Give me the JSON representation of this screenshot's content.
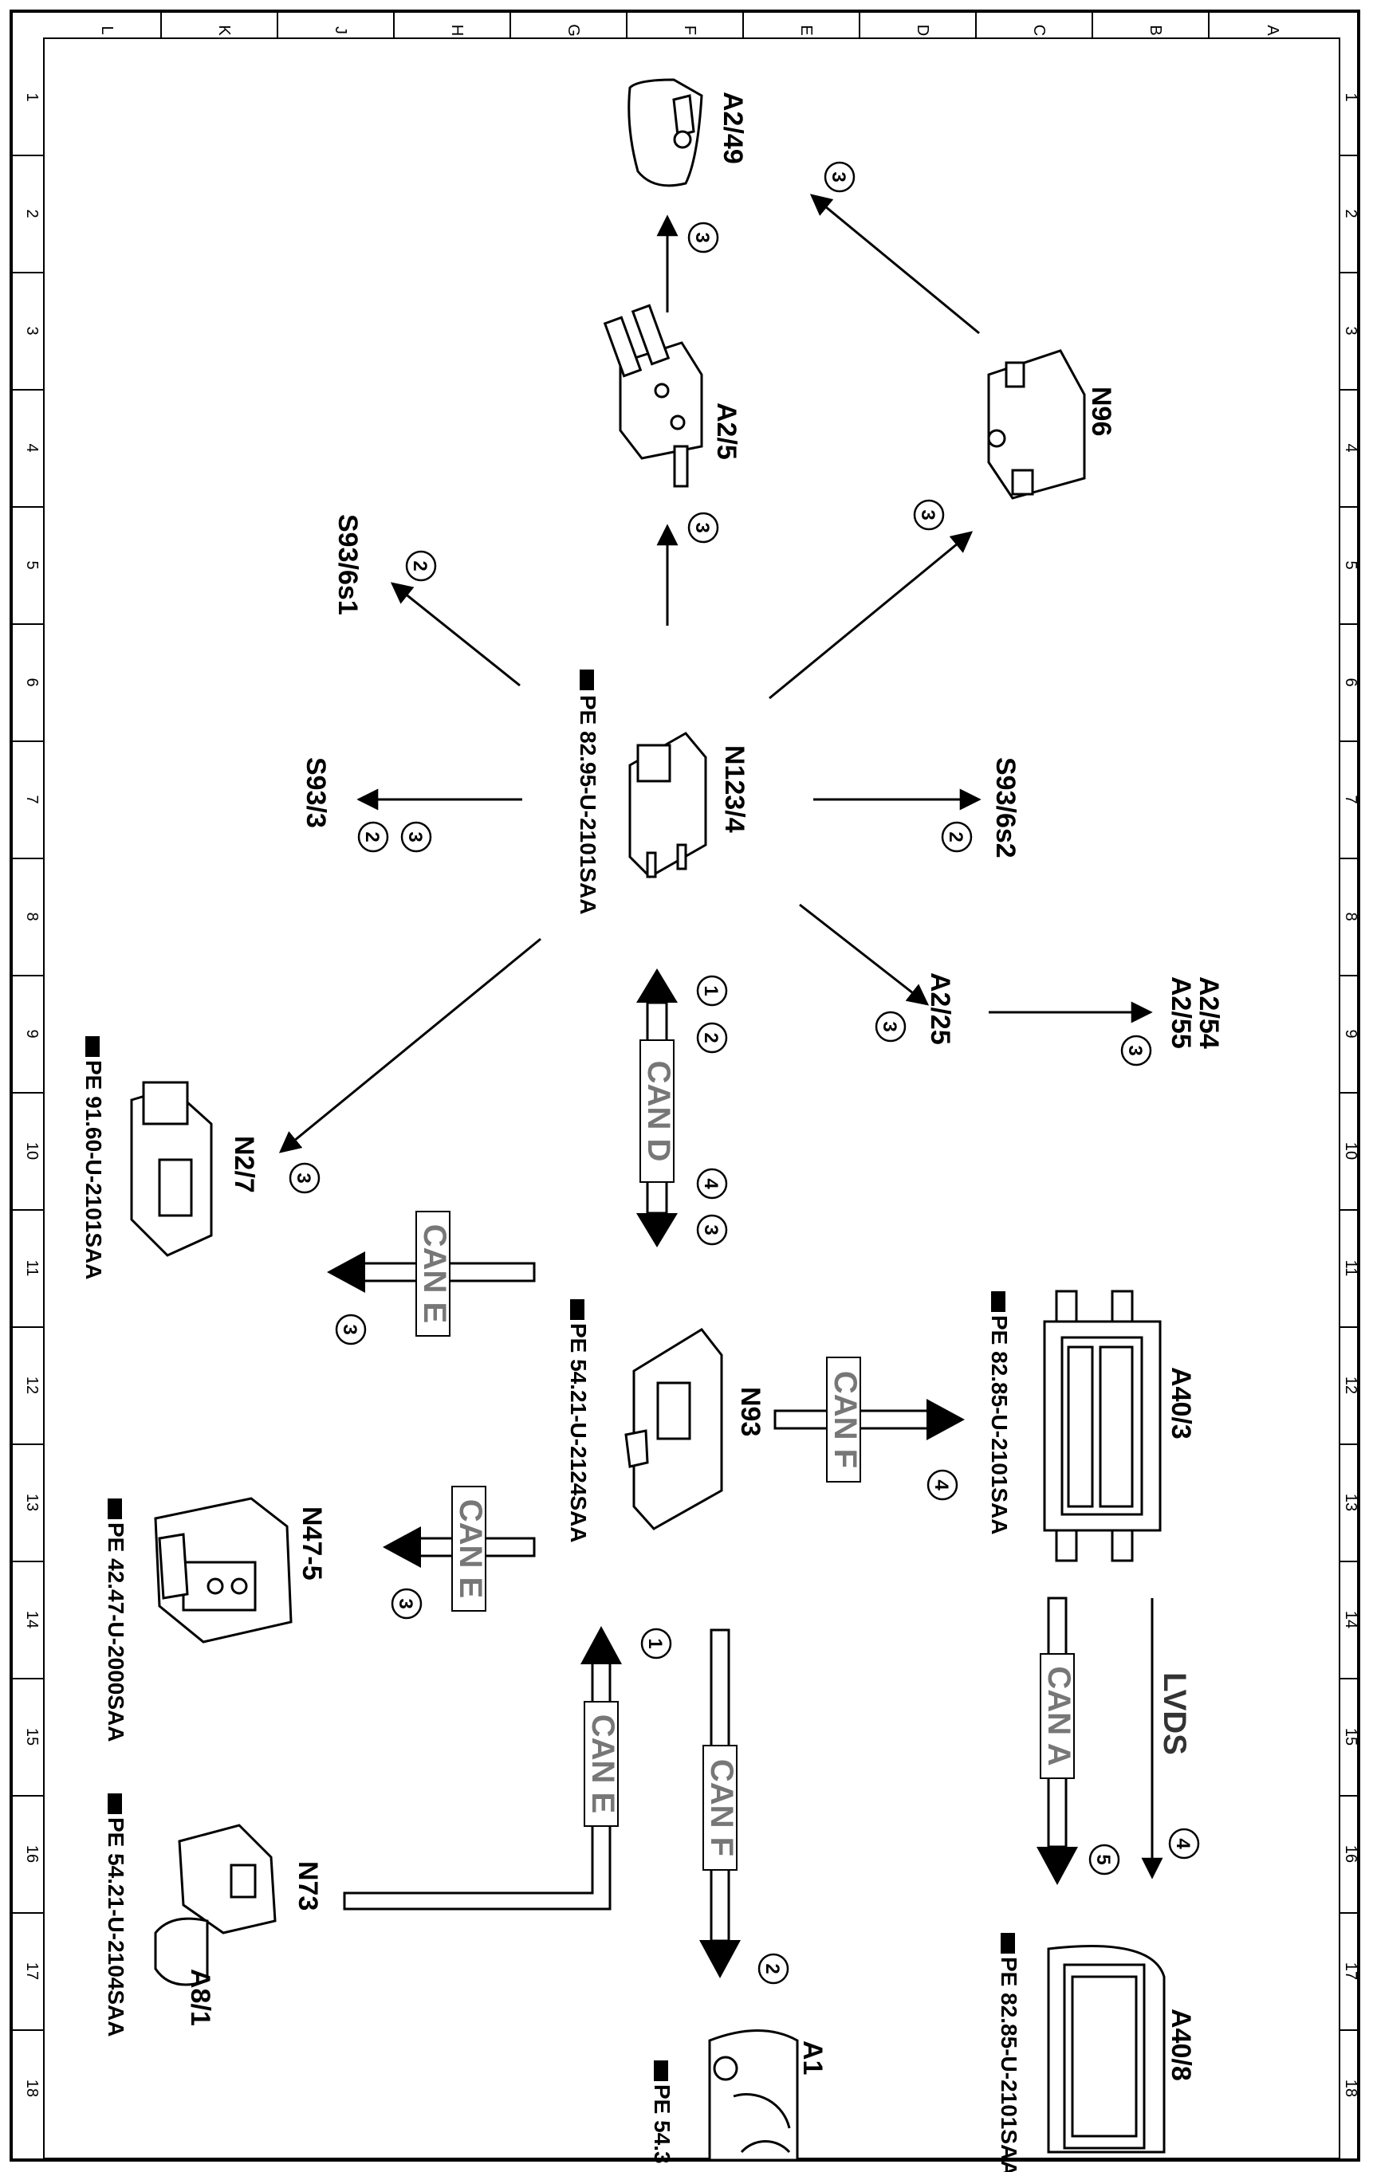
{
  "frame": {
    "column_letters": [
      "A",
      "B",
      "C",
      "D",
      "E",
      "F",
      "G",
      "H",
      "J",
      "K",
      "L"
    ],
    "row_numbers": [
      "1",
      "2",
      "3",
      "4",
      "5",
      "6",
      "7",
      "8",
      "9",
      "10",
      "11",
      "12",
      "13",
      "14",
      "15",
      "16",
      "17",
      "18"
    ]
  },
  "components": {
    "a2_49": "A2/49",
    "a2_5": "A2/5",
    "n96": "N96",
    "s93_6s1": "S93/6s1",
    "s93_3": "S93/3",
    "n123_4": "N123/4",
    "s93_6s2": "S93/6s2",
    "a2_25": "A2/25",
    "a2_54": "A2/54",
    "a2_55": "A2/55",
    "n2_7": "N2/7",
    "n93": "N93",
    "a40_3": "A40/3",
    "n47_5": "N47-5",
    "n73": "N73",
    "a8_1": "A8/1",
    "a40_8": "A40/8",
    "a1": "A1"
  },
  "references": {
    "n123_4": "PE 82.95-U-2101SAA",
    "n2_7": "PE 91.60-U-2101SAA",
    "n93": "PE 54.21-U-2124SAA",
    "a40_3": "PE 82.85-U-2101SAA",
    "n47_5": "PE 42.47-U-2000SAA",
    "a8_1": "PE 54.21-U-2104SAA",
    "a40_8": "PE 82.85-U-2101SAA",
    "a1": "PE 54.3"
  },
  "buses": {
    "can_d": "CAN D",
    "can_e_upper": "CAN E",
    "can_f_upper": "CAN F",
    "can_e_mid": "CAN E",
    "can_a": "CAN A",
    "lvds": "LVDS",
    "can_e_lower": "CAN E",
    "can_f_lower": "CAN F"
  },
  "markers": {
    "a2_49_a2_5": "3",
    "n96_a2_49": "3",
    "n123_a2_5": "3",
    "n123_n96": "3",
    "n123_s93_6s1": "2",
    "n123_s93_3_a": "3",
    "n123_s93_3_b": "2",
    "n123_s93_6s2": "2",
    "n123_a2_25": "3",
    "a2_25_a2_54": "3",
    "n123_n2_7": "3",
    "can_d_top_a": "1",
    "can_d_top_b": "2",
    "can_d_bot_a": "4",
    "can_d_bot_b": "3",
    "can_e_upper": "3",
    "can_f_upper": "4",
    "can_e_mid": "3",
    "can_a": "5",
    "lvds": "4",
    "can_e_lower": "1",
    "can_f_lower": "2"
  }
}
